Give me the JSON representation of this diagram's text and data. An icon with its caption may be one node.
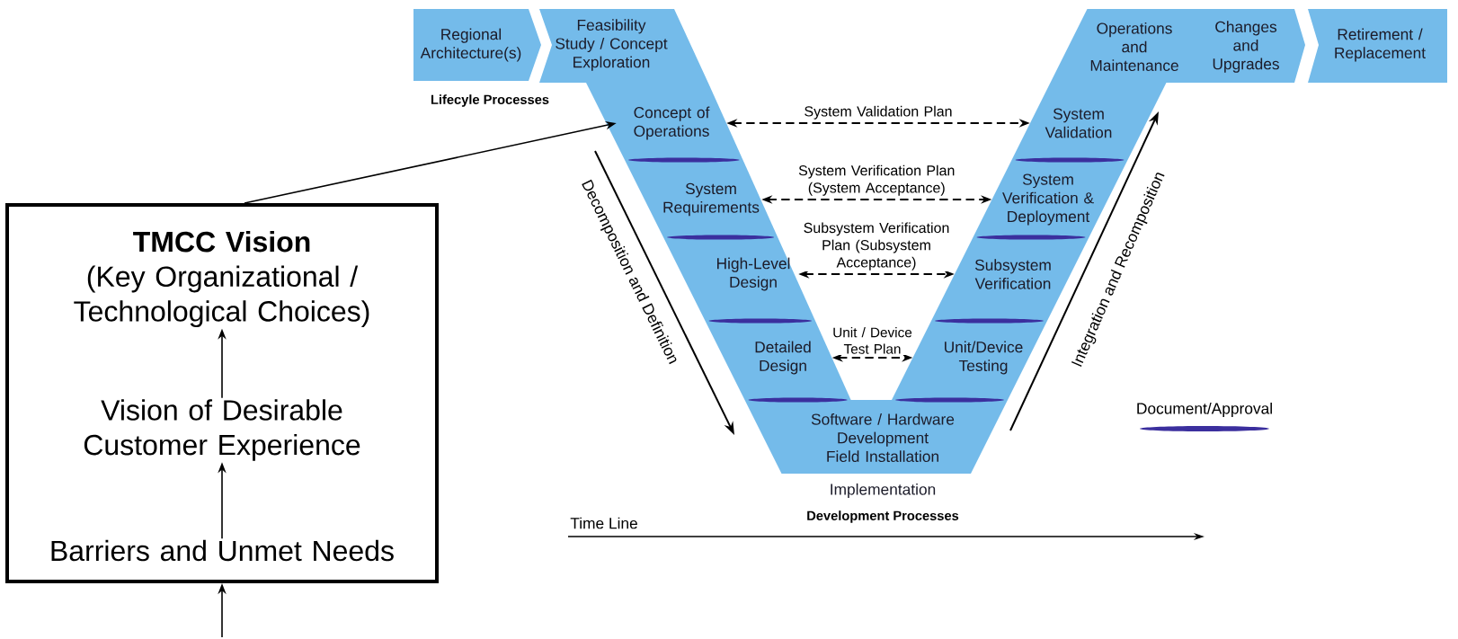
{
  "diagram": {
    "nodes": [
      {
        "text": [],
        "shape": "box"
      },
      {
        "text": [
          "TMCC Vision",
          "(Key Organizational / Technological Choices)"
        ],
        "in": 0
      },
      {
        "text": [
          "Vision of Desirable Customer Experience"
        ],
        "in": 0
      },
      {
        "text": [
          "Barriers and Unmet Needs"
        ],
        "in": 0
      },
      {
        "text": [
          "Regional Architecture(s)"
        ]
      },
      {
        "text": [
          "Feasibility Study / Concept Exploration"
        ]
      },
      {
        "text": [
          "Concept of Operations"
        ]
      },
      {
        "text": [
          "System Requirements"
        ]
      },
      {
        "text": [
          "High-Level Design"
        ]
      },
      {
        "text": [
          "Detailed Design"
        ]
      },
      {
        "text": [
          "Software / Hardware Development",
          "Field Installation"
        ],
        "beside": [
          "Implementation"
        ]
      },
      {
        "text": [
          "Unit/Device Testing"
        ]
      },
      {
        "text": [
          "Subsystem Verification"
        ]
      },
      {
        "text": [
          "System Verification & Deployment"
        ]
      },
      {
        "text": [
          "System Validation"
        ]
      },
      {
        "text": [
          "Operations and Maintenance"
        ]
      },
      {
        "text": [
          "Changes and Upgrades"
        ]
      },
      {
        "text": [
          "Retirement / Replacement"
        ]
      }
    ],
    "edges": [
      {
        "from": 3,
        "to": 2,
        "arrow": "to"
      },
      {
        "from": 2,
        "to": 1,
        "arrow": "to"
      },
      {
        "from": null,
        "to": 0,
        "arrow": "to"
      },
      {
        "from": 0,
        "to": 6,
        "arrow": "to"
      },
      {
        "from": 6,
        "to": 14,
        "arrow": "both",
        "style": "dashed",
        "label": "System Validation Plan"
      },
      {
        "from": 7,
        "to": 13,
        "arrow": "both",
        "style": "dashed",
        "label": "System Verification Plan (System Acceptance)"
      },
      {
        "from": 8,
        "to": 12,
        "arrow": "both",
        "style": "dashed",
        "label": "Subsystem Verification Plan (Subsystem Acceptance)"
      },
      {
        "from": 9,
        "to": 11,
        "arrow": "both",
        "style": "dashed",
        "label": "Unit / Device Test Plan"
      }
    ],
    "labels": [
      "Lifecyle Processes",
      "Decomposition and Definition",
      "Integration and Recomposition",
      "Time Line",
      "Development Processes"
    ],
    "legend": [
      {
        "text": "Document/Approval"
      }
    ]
  }
}
